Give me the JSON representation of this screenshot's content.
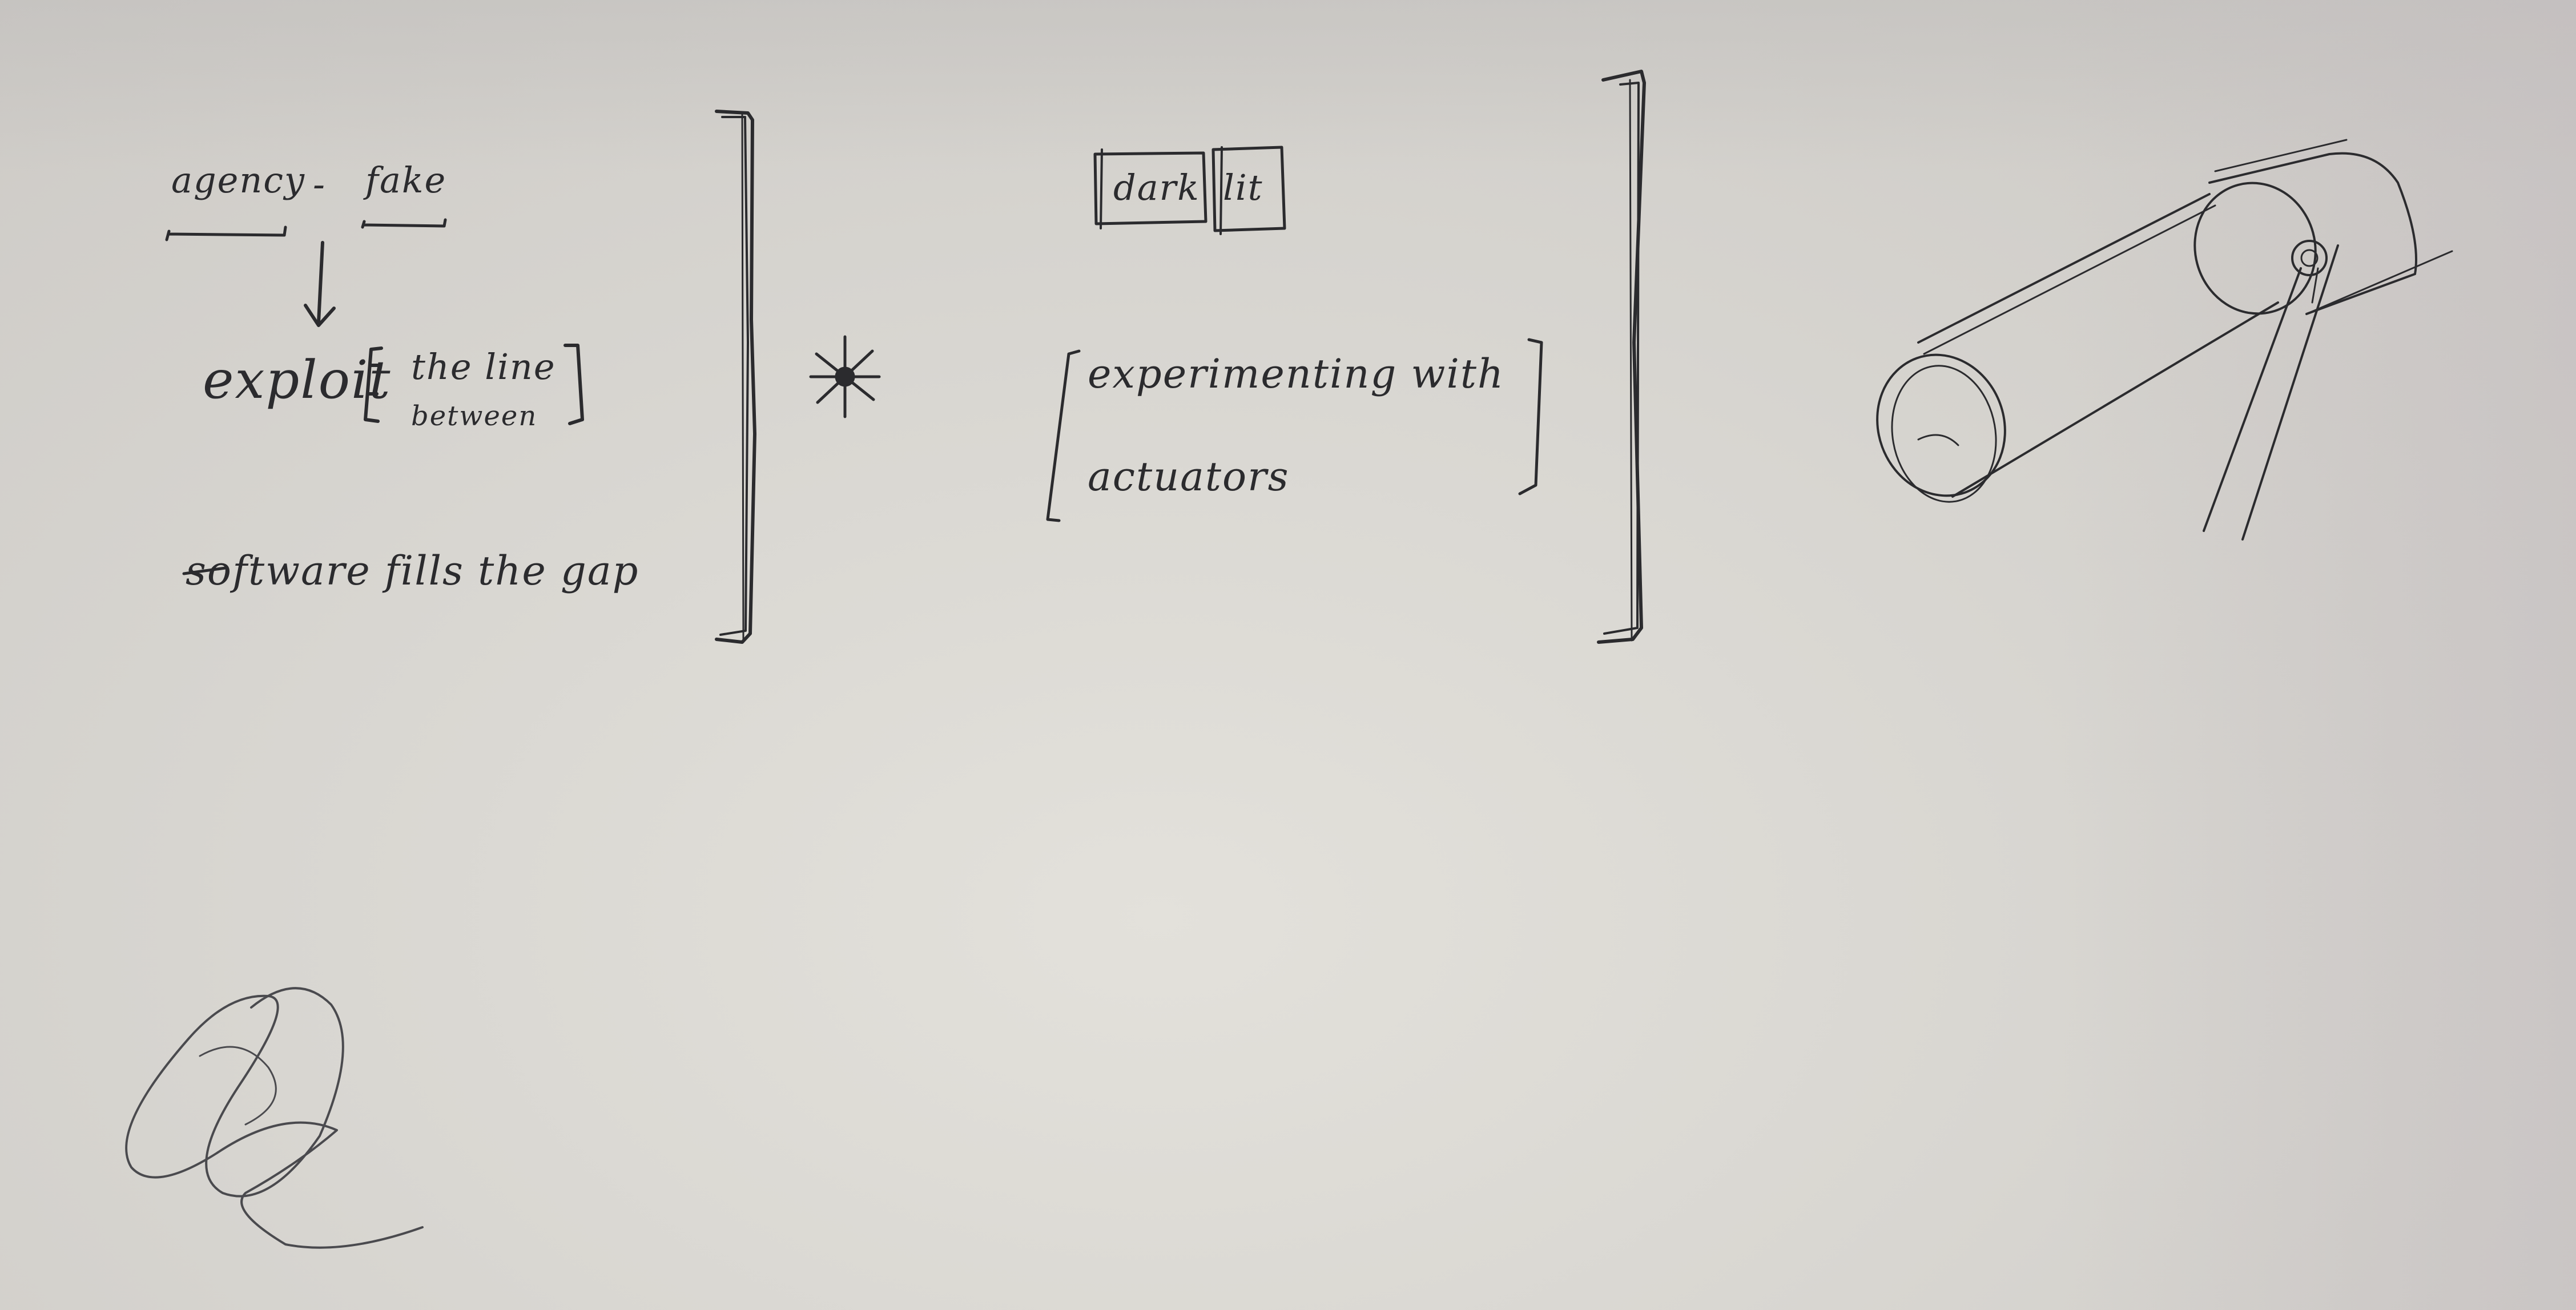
{
  "notes": {
    "top_left": {
      "agency": "agency",
      "dash": "-",
      "fake": "fake",
      "exploit": "exploit",
      "the_line": "the line",
      "between": "between",
      "software_line": "software fills the gap"
    },
    "middle": {
      "dark_box": "dark",
      "lit_box": "lit",
      "experimenting": "experimenting with",
      "actuators": "actuators"
    }
  },
  "drawings": {
    "arrow": "down-arrow",
    "star": "asterisk-icon",
    "sketch_right": "cylinder-sketch",
    "scribble": "scribble-signature"
  }
}
